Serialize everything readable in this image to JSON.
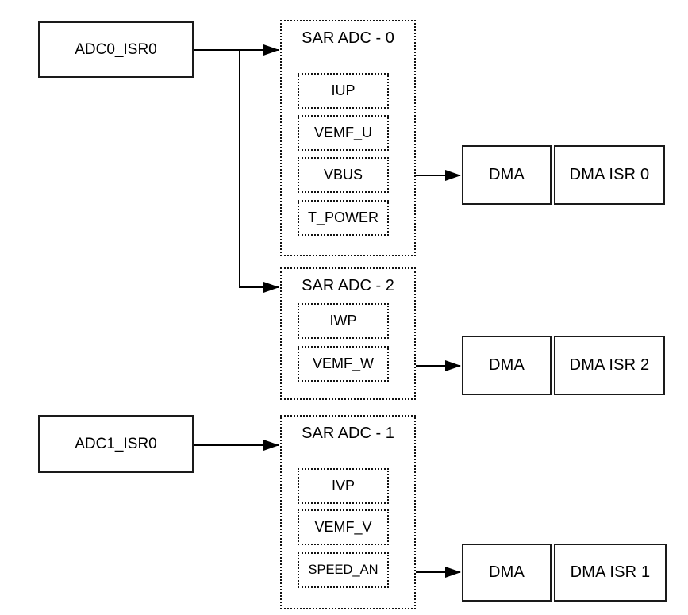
{
  "diagram": {
    "colors": {
      "line": "#000000",
      "border": "#1a1a1a",
      "background": "#ffffff"
    },
    "isr_boxes": [
      {
        "label": "ADC0_ISR0"
      },
      {
        "label": "ADC1_ISR0"
      }
    ],
    "adc_groups": [
      {
        "title": "SAR ADC - 0",
        "channels": [
          {
            "label": "IUP"
          },
          {
            "label": "VEMF_U"
          },
          {
            "label": "VBUS"
          },
          {
            "label": "T_POWER"
          }
        ]
      },
      {
        "title": "SAR ADC - 2",
        "channels": [
          {
            "label": "IWP"
          },
          {
            "label": "VEMF_W"
          }
        ]
      },
      {
        "title": "SAR ADC - 1",
        "channels": [
          {
            "label": "IVP"
          },
          {
            "label": "VEMF_V"
          },
          {
            "label": "SPEED_AN"
          }
        ]
      }
    ],
    "dma_pairs": [
      {
        "dma_label": "DMA",
        "isr_label": "DMA ISR 0"
      },
      {
        "dma_label": "DMA",
        "isr_label": "DMA ISR 2"
      },
      {
        "dma_label": "DMA",
        "isr_label": "DMA ISR 1"
      }
    ]
  }
}
